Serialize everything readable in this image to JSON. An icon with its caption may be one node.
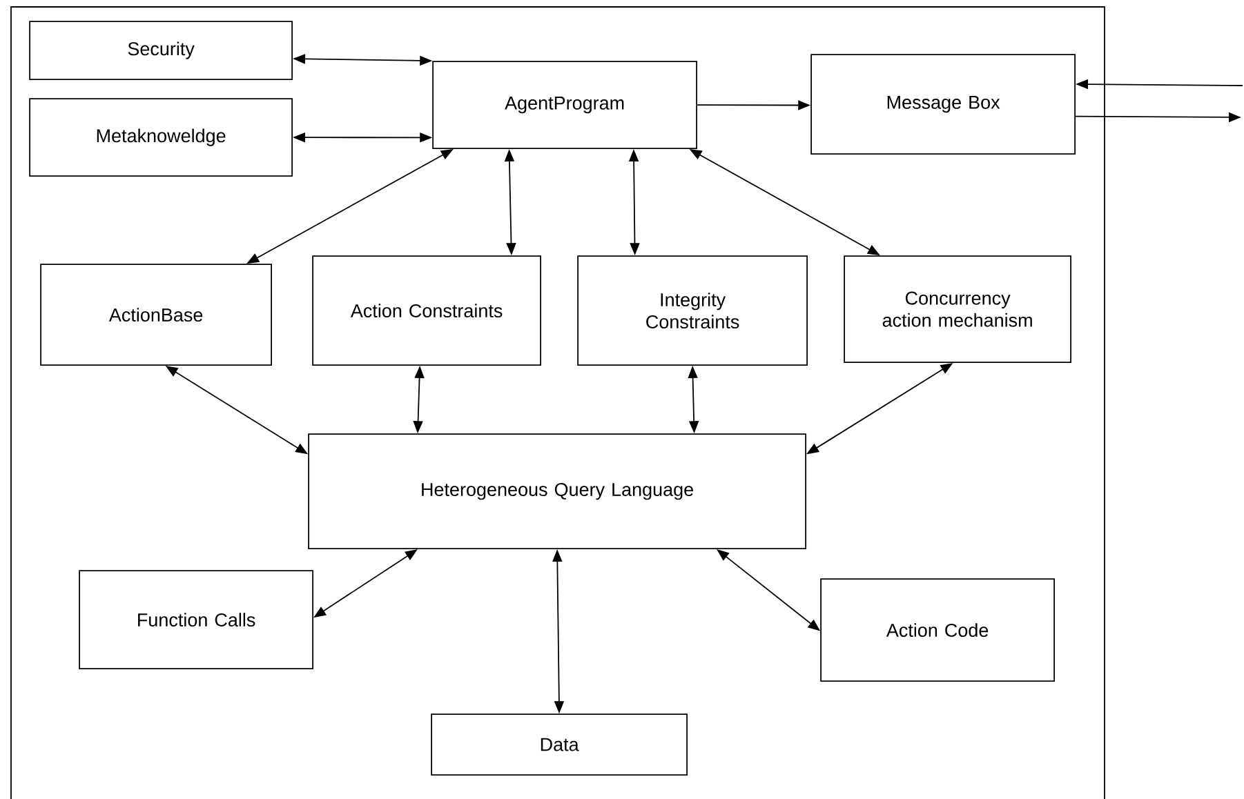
{
  "diagram": {
    "nodes": [
      {
        "text": [],
        "shape": "box"
      },
      {
        "text": [
          "Security"
        ],
        "in": 0
      },
      {
        "text": [
          "Metaknoweldge"
        ],
        "in": 0
      },
      {
        "text": [
          "AgentProgram"
        ],
        "in": 0
      },
      {
        "text": [
          "Message Box"
        ],
        "in": 0
      },
      {
        "text": [
          "ActionBase"
        ],
        "in": 0
      },
      {
        "text": [
          "Action Constraints"
        ],
        "in": 0
      },
      {
        "text": [
          "Integrity Constraints"
        ],
        "in": 0
      },
      {
        "text": [
          "Concurrency action mechanism"
        ],
        "in": 0
      },
      {
        "text": [
          "Heterogeneous Query Language"
        ],
        "in": 0
      },
      {
        "text": [
          "Function Calls"
        ],
        "in": 0
      },
      {
        "text": [
          "Action Code"
        ],
        "in": 0
      },
      {
        "text": [
          "Data"
        ],
        "in": 0
      }
    ],
    "edges": [
      {
        "from": 1,
        "to": 3,
        "arrow": "both"
      },
      {
        "from": 2,
        "to": 3,
        "arrow": "both"
      },
      {
        "from": 3,
        "to": 4,
        "arrow": "to"
      },
      {
        "from": null,
        "to": 4,
        "arrow": "to"
      },
      {
        "from": 4,
        "to": null,
        "arrow": "to"
      },
      {
        "from": 3,
        "to": 5,
        "arrow": "both"
      },
      {
        "from": 3,
        "to": 6,
        "arrow": "both"
      },
      {
        "from": 3,
        "to": 7,
        "arrow": "both"
      },
      {
        "from": 3,
        "to": 8,
        "arrow": "both"
      },
      {
        "from": 5,
        "to": 9,
        "arrow": "both"
      },
      {
        "from": 6,
        "to": 9,
        "arrow": "both"
      },
      {
        "from": 7,
        "to": 9,
        "arrow": "both"
      },
      {
        "from": 8,
        "to": 9,
        "arrow": "both"
      },
      {
        "from": 9,
        "to": 10,
        "arrow": "both"
      },
      {
        "from": 9,
        "to": 11,
        "arrow": "both"
      },
      {
        "from": 9,
        "to": 12,
        "arrow": "both"
      }
    ]
  }
}
